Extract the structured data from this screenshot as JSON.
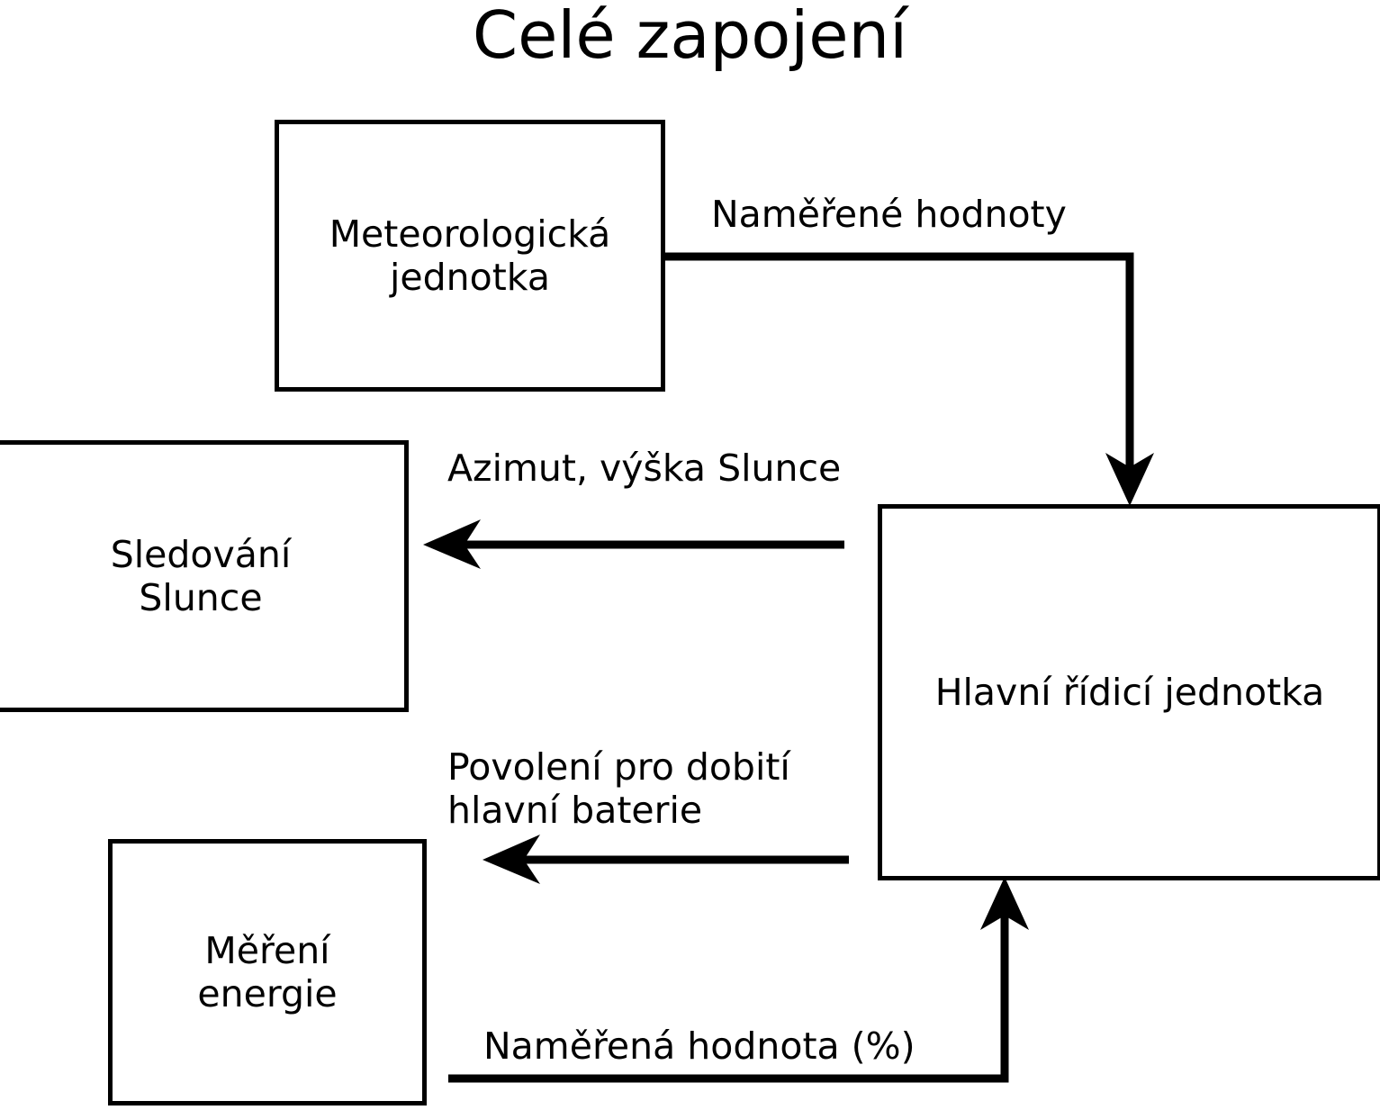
{
  "title": "Celé zapojení",
  "diagram": {
    "type": "block-diagram",
    "nodes": [
      {
        "id": "meteo",
        "label": "Meteorologická\njednotka"
      },
      {
        "id": "sun",
        "label": "Sledování\nSlunce"
      },
      {
        "id": "main",
        "label": "Hlavní řídicí jednotka"
      },
      {
        "id": "energy",
        "label": "Měření\nenergie"
      }
    ],
    "edges": [
      {
        "id": "measured-values",
        "label": "Naměřené hodnoty",
        "from": "meteo",
        "to": "main"
      },
      {
        "id": "azimuth",
        "label": "Azimut, výška Slunce",
        "from": "main",
        "to": "sun"
      },
      {
        "id": "charge-permit",
        "label": "Povolení pro dobití\nhlavní baterie",
        "from": "main",
        "to": "energy"
      },
      {
        "id": "measured-percent",
        "label": "Naměřená hodnota (%)",
        "from": "energy",
        "to": "main"
      }
    ]
  },
  "colors": {
    "background": "#ffffff",
    "stroke": "#000000",
    "text": "#000000"
  }
}
